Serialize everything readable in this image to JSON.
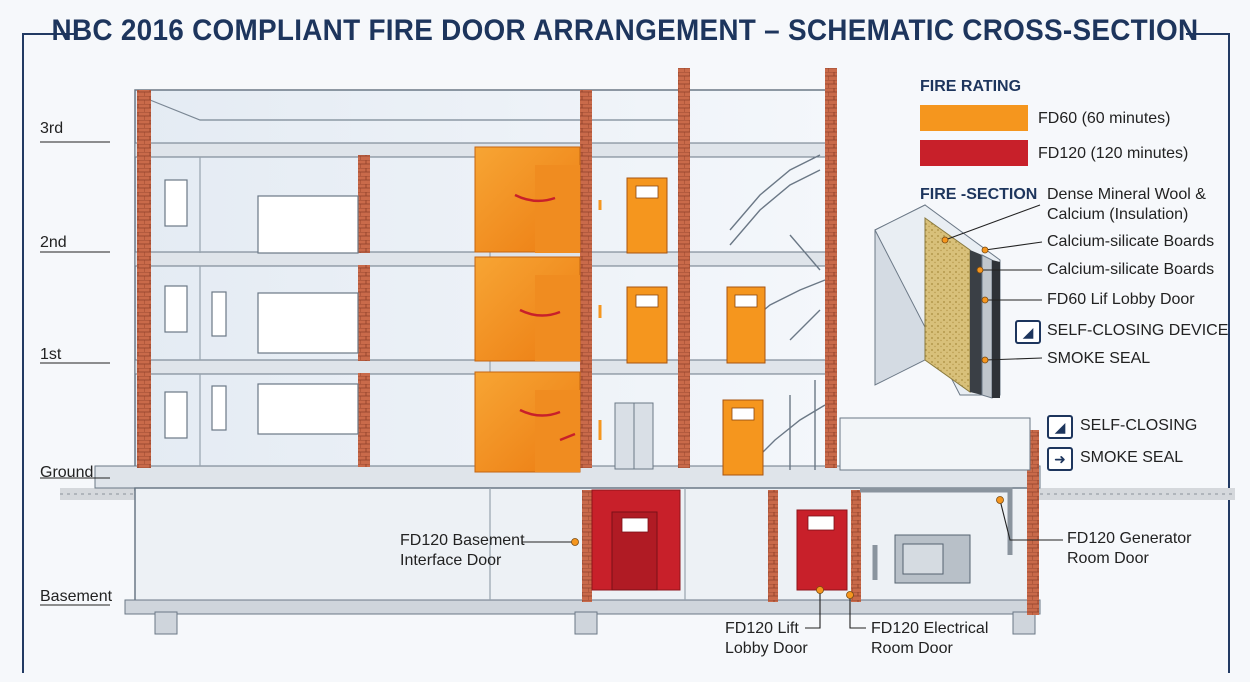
{
  "title": "NBC 2016 COMPLIANT FIRE DOOR ARRANGEMENT – SCHEMATIC CROSS-SECTION",
  "floors": {
    "third": "3rd",
    "second": "2nd",
    "first": "1st",
    "ground": "Ground",
    "basement": "Basement"
  },
  "legend": {
    "heading": "FIRE RATING",
    "fd60": "FD60 (60 minutes)",
    "fd120": "FD120 (120 minutes)",
    "fd60_color": "#f5961e",
    "fd120_color": "#c8202a"
  },
  "section": {
    "heading": "FIRE -SECTION",
    "insulation_line1": "Dense Mineral Wool &",
    "insulation_line2": "Calcium (Insulation)",
    "board1": "Calcium-silicate Boards",
    "board2": "Calcium-silicate Boards",
    "lobby_door": "FD60 Lif Lobby Door",
    "closing_device": "SELF-CLOSING DEVICE",
    "smoke_seal": "SMOKE SEAL"
  },
  "key": {
    "self_closing": "SELF-CLOSING",
    "smoke_seal": "SMOKE SEAL"
  },
  "callouts": {
    "basement_door_l1": "FD120 Basement",
    "basement_door_l2": "Interface Door",
    "lift_lobby_l1": "FD120 Lift",
    "lift_lobby_l2": "Lobby Door",
    "electrical_l1": "FD120 Electrical",
    "electrical_l2": "Room Door",
    "generator_l1": "FD120 Generator",
    "generator_l2": "Room Door"
  },
  "icons": [
    "self-closing-icon",
    "smoke-seal-icon",
    "fire-exit-sign-icon",
    "generator-icon"
  ]
}
